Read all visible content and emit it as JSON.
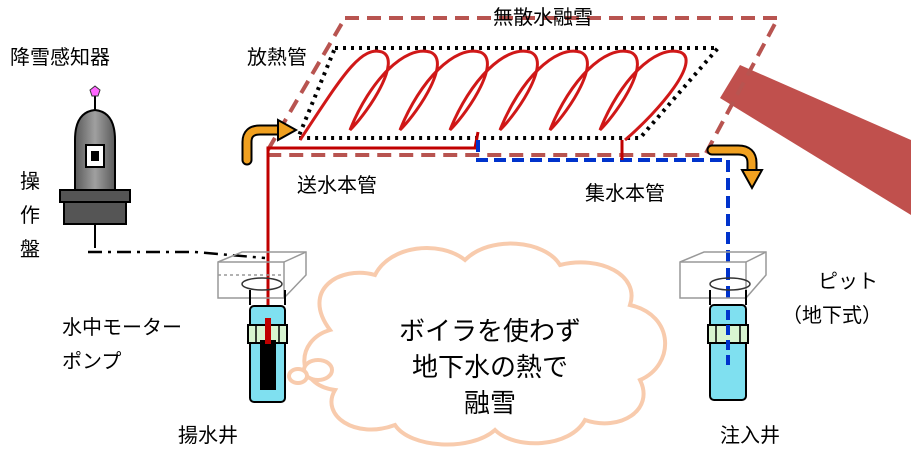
{
  "labels": {
    "title": "無散水融雪",
    "radiator_pipe": "放熱管",
    "snow_sensor": "降雪感知器",
    "control_panel": [
      "操",
      "作",
      "盤"
    ],
    "supply_main": "送水本管",
    "collection_main": "集水本管",
    "pump": [
      "水中モーター",
      "ポンプ"
    ],
    "pit": [
      "ピット",
      "（地下式）"
    ],
    "pumping_well": "揚水井",
    "injection_well": "注入井"
  },
  "cloud_text": [
    "ボイラを使わず",
    "地下水の熱で",
    "融雪"
  ],
  "colors": {
    "supply_red": "#c00000",
    "outline_red": "#b85450",
    "road": "#c0504d",
    "return_blue": "#0033cc",
    "arrow_orange": "#f0a020",
    "well_cyan": "#7fe0f0",
    "cloud_outline": "#f8cbad",
    "sensor_gray": "#808080",
    "sensor_top": "#ff66ff"
  }
}
